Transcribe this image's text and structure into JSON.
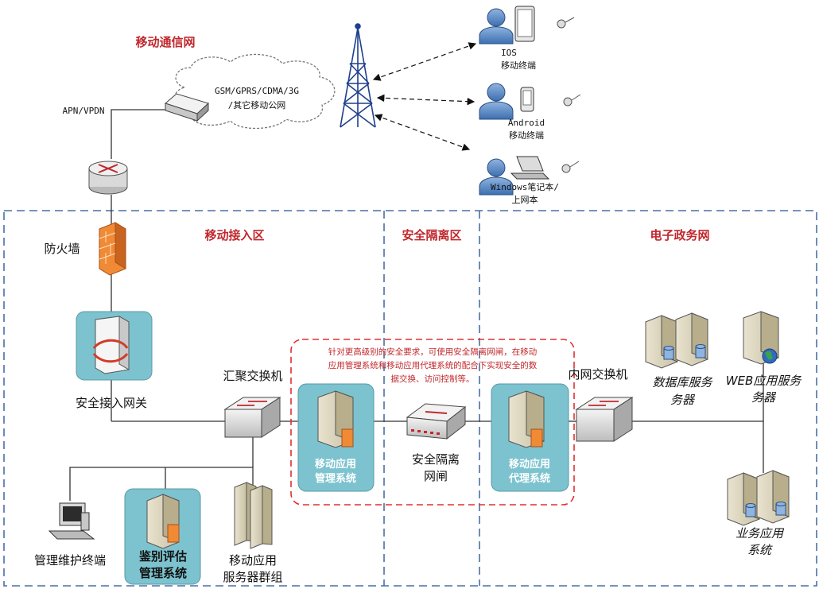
{
  "colors": {
    "zone_border": "#4a6fa5",
    "label_red": "#c0282d",
    "highlight_box": "#7cc3cf",
    "note_border": "#e03030"
  },
  "labels": {
    "mobile_network": "移动通信网",
    "cloud_line1": "GSM/GPRS/CDMA/3G",
    "cloud_line2": "/其它移动公网",
    "apn": "APN/VPDN",
    "firewall": "防火墙",
    "gateway": "安全接入网关",
    "agg_switch": "汇聚交换机",
    "inner_switch": "内网交换机",
    "isolation_gate_line1": "安全隔离",
    "isolation_gate_line2": "网闸",
    "mgmt_terminal": "管理维护终端",
    "auth_line1": "鉴别评估",
    "auth_line2": "管理系统",
    "server_group_line1": "移动应用",
    "server_group_line2": "服务器群组",
    "app_mgmt_line1": "移动应用",
    "app_mgmt_line2": "管理系统",
    "app_proxy_line1": "移动应用",
    "app_proxy_line2": "代理系统",
    "db_line1": "数据库服务",
    "db_line2": "务器",
    "web_line1": "WEB应用服务",
    "web_line2": "务器",
    "biz_line1": "业务应用",
    "biz_line2": "系统",
    "ios_line1": "IOS",
    "ios_line2": "移动终端",
    "android_line1": "Android",
    "android_line2": "移动终端",
    "windows_line1": "Windows笔记本/",
    "windows_line2": "上网本"
  },
  "zones": {
    "access": "移动接入区",
    "isolation": "安全隔离区",
    "egov": "电子政务网"
  },
  "note": {
    "line1": "针对更高级别的安全要求，可使用安全隔离网闸，在移动",
    "line2": "应用管理系统和移动应用代理系统的配合下实现安全的数",
    "line3": "据交换、访问控制等。"
  },
  "icons": [
    "cell-tower-icon",
    "router-icon",
    "firewall-icon",
    "gateway-icon",
    "switch-icon",
    "server-icon",
    "computer-icon",
    "user-icon",
    "key-icon",
    "globe-icon",
    "database-icon",
    "modem-icon"
  ]
}
